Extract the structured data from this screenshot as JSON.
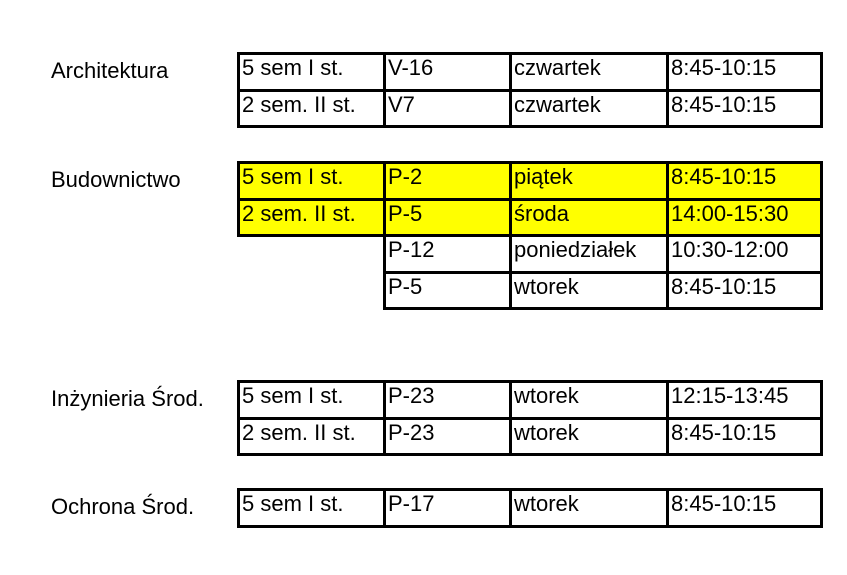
{
  "colors": {
    "highlight": "#ffff00",
    "border": "#000000"
  },
  "groups": [
    {
      "department": "Architektura",
      "rows": [
        {
          "semester": "5 sem I st.",
          "room": "V-16",
          "day": "czwartek",
          "time": "8:45-10:15",
          "highlight": false
        },
        {
          "semester": "2 sem. II st.",
          "room": "V7",
          "day": "czwartek",
          "time": "8:45-10:15",
          "highlight": false
        }
      ]
    },
    {
      "department": "Budownictwo",
      "rows": [
        {
          "semester": "5 sem I st.",
          "room": "P-2",
          "day": "piątek",
          "time": "8:45-10:15",
          "highlight": true
        },
        {
          "semester": "2 sem. II st.",
          "room": "P-5",
          "day": "środa",
          "time": "14:00-15:30",
          "highlight": true
        },
        {
          "semester": "",
          "room": "P-12",
          "day": "poniedziałek",
          "time": "10:30-12:00",
          "highlight": false
        },
        {
          "semester": "",
          "room": "P-5",
          "day": "wtorek",
          "time": "8:45-10:15",
          "highlight": false
        }
      ]
    },
    {
      "department": "Inżynieria Środ.",
      "rows": [
        {
          "semester": "5 sem I st.",
          "room": "P-23",
          "day": "wtorek",
          "time": "12:15-13:45",
          "highlight": false
        },
        {
          "semester": "2 sem. II st.",
          "room": "P-23",
          "day": "wtorek",
          "time": "8:45-10:15",
          "highlight": false
        }
      ]
    },
    {
      "department": "Ochrona Środ.",
      "rows": [
        {
          "semester": "5 sem I st.",
          "room": "P-17",
          "day": "wtorek",
          "time": "8:45-10:15",
          "highlight": false
        }
      ]
    }
  ]
}
